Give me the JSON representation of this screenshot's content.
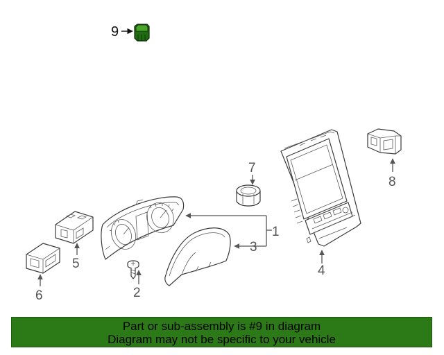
{
  "diagram": {
    "highlight_color": "#2c7a17",
    "callouts": {
      "c1": "1",
      "c2": "2",
      "c3": "3",
      "c4": "4",
      "c5": "5",
      "c6": "6",
      "c7": "7",
      "c8": "8",
      "c9": "9"
    }
  },
  "banner": {
    "background": "#2c7a17",
    "line1": "Part or sub-assembly is #9 in diagram",
    "line2": "Diagram may not be specific to your vehicle"
  }
}
